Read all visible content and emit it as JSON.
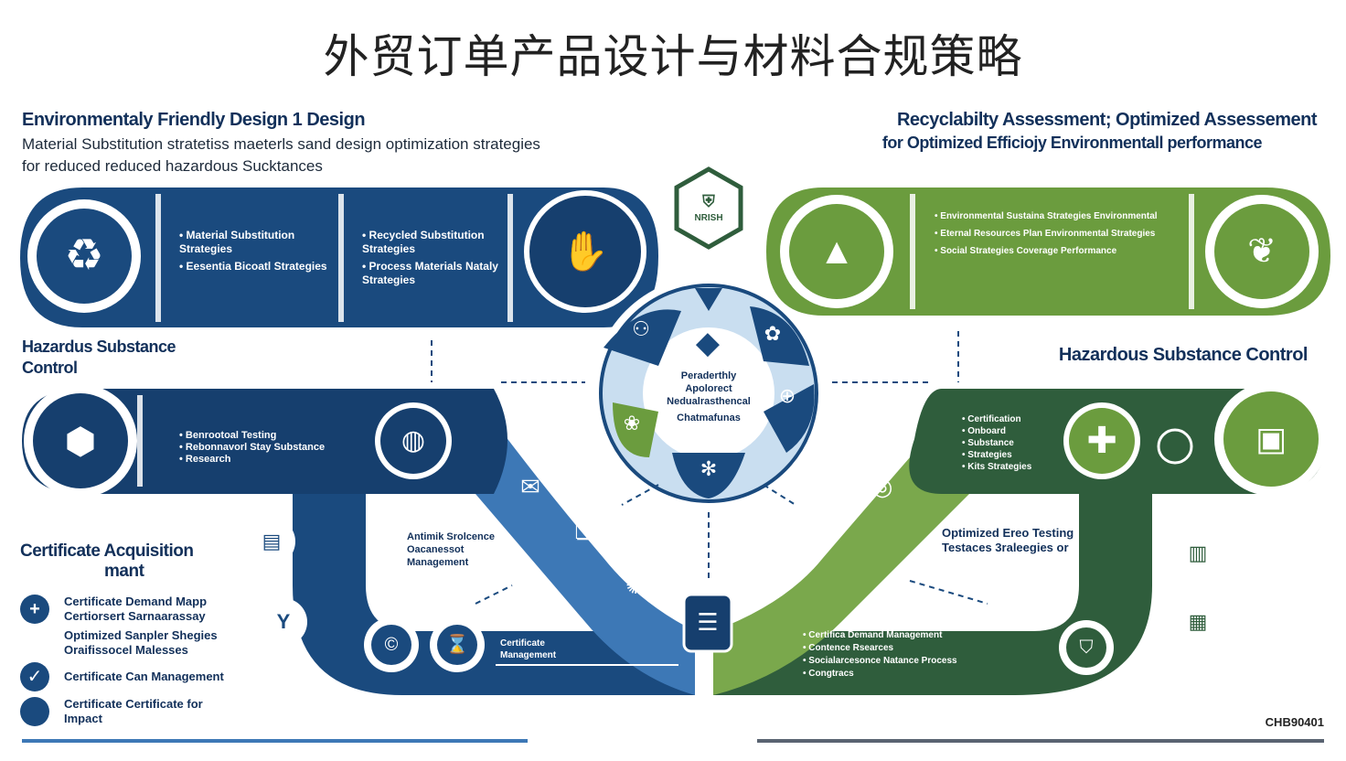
{
  "title": "外贸订单产品设计与材料合规策略",
  "top_left": {
    "heading": "Environmentaly Friendly Design 1 Design",
    "line1": "Material Substitution stratetiss maeterls sand design optimization strategies",
    "line2": "for reduced reduced hazardous Sucktances"
  },
  "top_right": {
    "heading": "Recyclabilty Assessment; Optimized Assessement",
    "line1": "for Optimized Efficiojy Environmentall performance"
  },
  "blue_band_top": {
    "col1": [
      "Material Substitution Strategies",
      "Eesentia Bicoatl Strategies"
    ],
    "col2": [
      "Recycled Substitution Strategies",
      "Process Materials Nataly Strategies"
    ]
  },
  "green_band_top": {
    "bullets": [
      "Environmental Sustaina Strategies Environmental",
      "Eternal Resources Plan Environmental Strategies",
      "Social Strategies Coverage Performance"
    ]
  },
  "hazard_left": {
    "label": "Hazardus Substance Control"
  },
  "hazard_right": {
    "label": "Hazardous Substance Control"
  },
  "blue_band_mid": {
    "bullets": [
      "Benrootoal Testing",
      "Rebonnavorl Stay Substance",
      "Research"
    ]
  },
  "green_band_mid": {
    "bullets": [
      "Certification",
      "Onboard",
      "Substance",
      "Strategies",
      "Kits Strategies"
    ]
  },
  "hub": {
    "text": [
      "Peraderthly",
      "Apolorect",
      "Nedualrasthencal",
      "Chatmafunas"
    ]
  },
  "shield": {
    "text": "NRISH"
  },
  "cert_left": {
    "title_line1": "Certificate Acquisition",
    "title_line2": "mant",
    "items": [
      {
        "icon": "+",
        "text": "Certificate Demand Mapp Certiorsert Sarnaarassay"
      },
      {
        "icon": "",
        "text": "Optimized Sanpler Shegies Oraifissocel Malesses"
      },
      {
        "icon": "✓",
        "text": "Certificate Can Management"
      },
      {
        "icon": "",
        "text": "Certificate Certificate for Impact"
      }
    ]
  },
  "blue_loop": {
    "label1": "Antimik Srolcence Oacanessot Management",
    "label2": "Certificate Management"
  },
  "green_loop": {
    "label1": "Optimized Ereo Testing Testaces 3raleegies or",
    "bullets": [
      "Certifica Demand Management",
      "Contence Rsearces",
      "Socialarcesonce Natance Process",
      "Congtracs"
    ]
  },
  "code": "CHB90401",
  "colors": {
    "navy": "#1a4a7e",
    "navy_dark": "#163f6e",
    "green": "#6b9c3e",
    "green_dark": "#2f5d3c",
    "light_blue": "#a7cbe8",
    "text": "#12305a"
  }
}
